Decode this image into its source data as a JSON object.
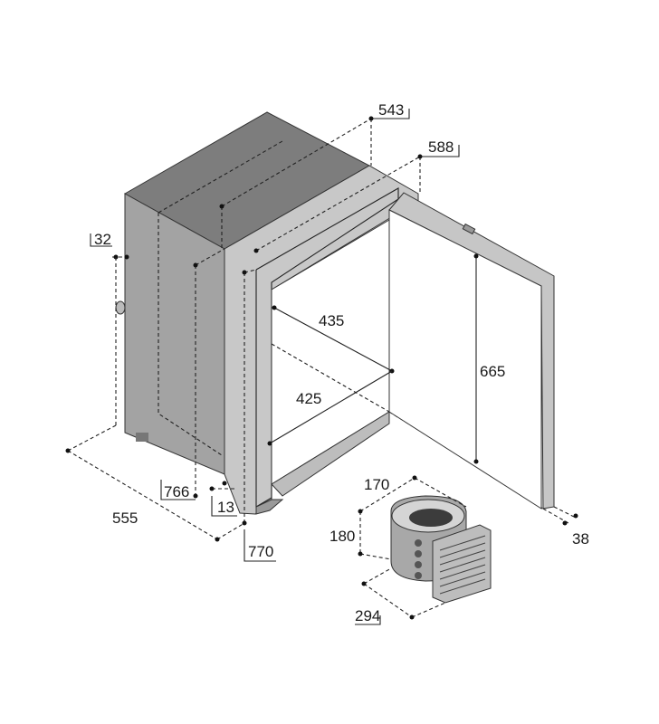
{
  "diagram": {
    "dimensions": {
      "cabinet_top_depth": "543",
      "door_frame_width": "588",
      "flange_top": "32",
      "interior_depth_top": "435",
      "interior_height": "665",
      "interior_depth_bottom": "425",
      "cabinet_height": "766",
      "flange_offset": "13",
      "cabinet_depth": "555",
      "overall_height": "770",
      "door_thickness": "38",
      "compressor_width": "170",
      "compressor_height": "180",
      "compressor_length": "294"
    }
  },
  "colors": {
    "cabinet_top": "#7d7d7d",
    "cabinet_side": "#a3a3a3",
    "frame": "#c8c8c8",
    "outline": "#222222"
  }
}
